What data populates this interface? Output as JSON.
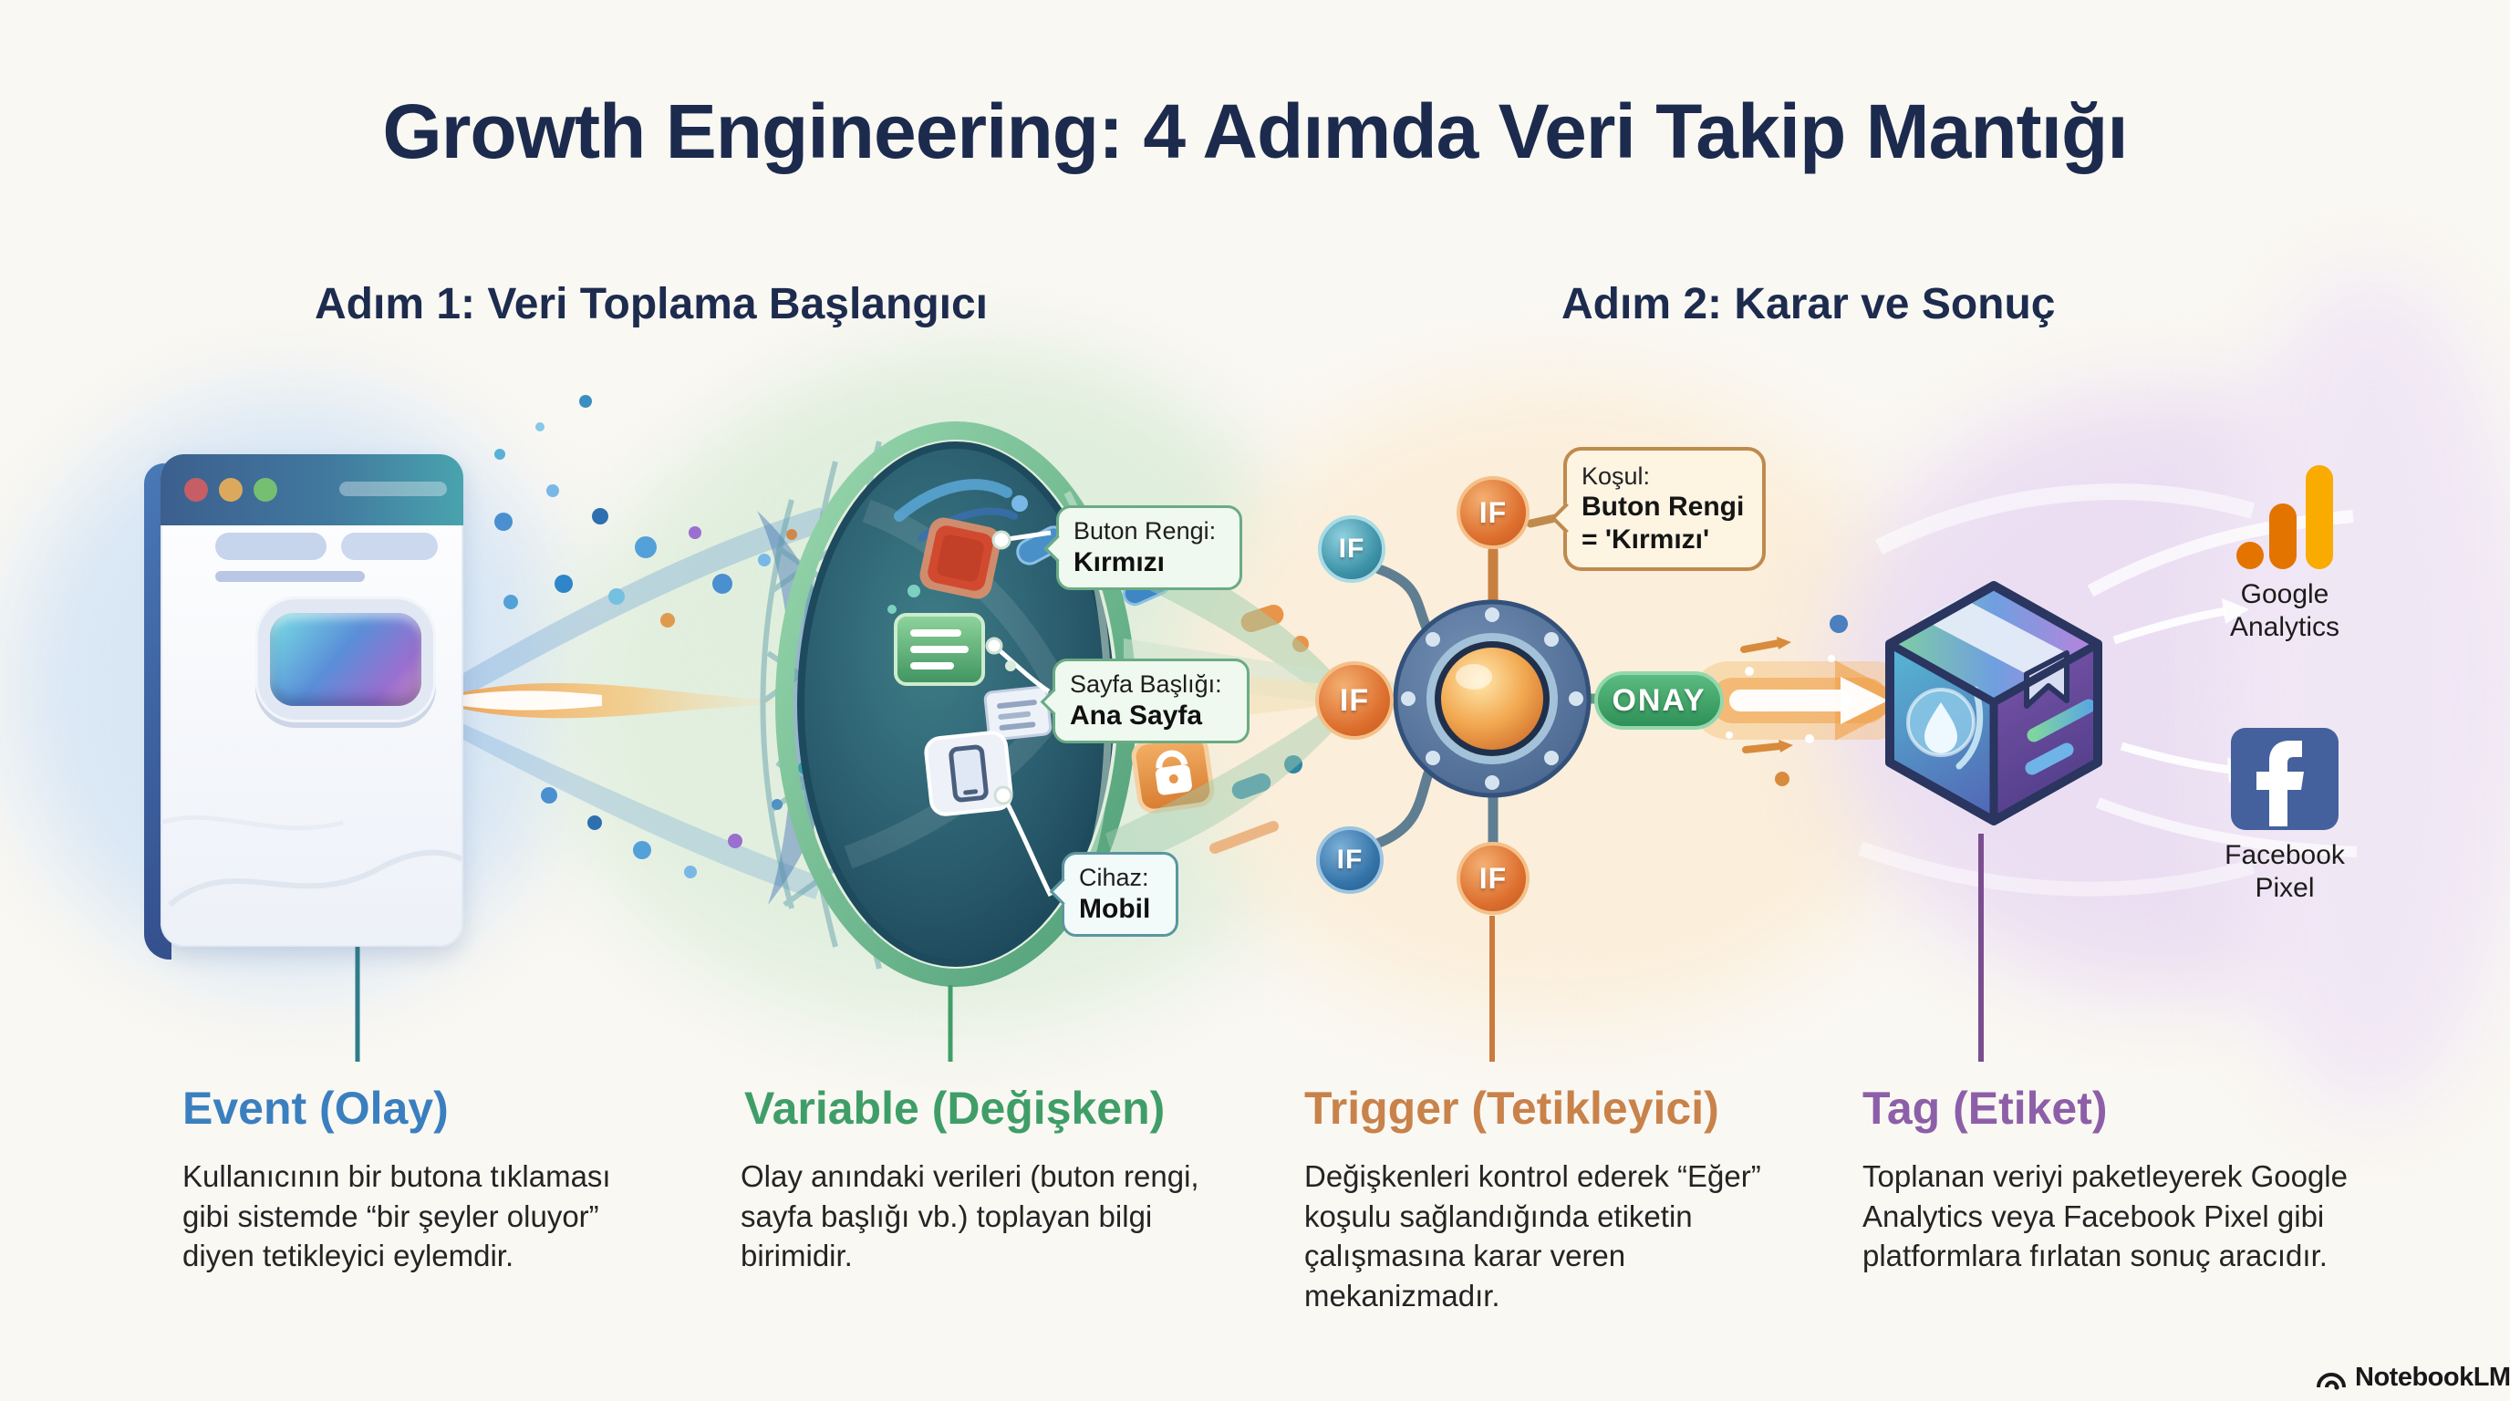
{
  "title": "Growth Engineering: 4 Adımda Veri Takip Mantığı",
  "watermark": "NotebookLM",
  "sections": {
    "step1": "Adım 1: Veri Toplama Başlangıcı",
    "step2": "Adım 2: Karar ve Sonuç"
  },
  "funnel_callouts": [
    {
      "label": "Buton Rengi:",
      "value": "Kırmızı"
    },
    {
      "label": "Sayfa Başlığı:",
      "value": "Ana Sayfa"
    },
    {
      "label": "Cihaz:",
      "value": "Mobil"
    }
  ],
  "trigger": {
    "if_label": "IF",
    "condition": {
      "label": "Koşul:",
      "line1": "Buton Rengi",
      "line2": "= 'Kırmızı'"
    },
    "approve_label": "ONAY"
  },
  "platforms": [
    {
      "name": "Google Analytics",
      "icon": "google-analytics-bars"
    },
    {
      "name": "Facebook Pixel",
      "icon": "facebook-f-square"
    }
  ],
  "columns": [
    {
      "heading": "Event (Olay)",
      "accent": "#3a7fbf",
      "description": "Kullanıcının bir butona tıklaması gibi sistemde “bir şeyler oluyor” diyen tetikleyici eylemdir."
    },
    {
      "heading": "Variable (Değişken)",
      "accent": "#3f9e68",
      "description": "Olay anındaki verileri (buton rengi, sayfa başlığı vb.) toplayan bilgi birimidir."
    },
    {
      "heading": "Trigger (Tetikleyici)",
      "accent": "#c8824a",
      "description": "Değişkenleri kontrol ederek “Eğer” koşulu sağlandığında etiketin çalışmasına karar veren mekanizmadır."
    },
    {
      "heading": "Tag (Etiket)",
      "accent": "#8d5fa8",
      "description": "Toplanan veriyi paketleyerek Google Analytics veya Facebook Pixel gibi platformlara fırlatan sonuç aracıdır."
    }
  ],
  "icons": {
    "browser": "browser-window",
    "funnel": "data-lens-funnel",
    "trigger_hub": "machine-hub-ball",
    "tag_box": "package-cube",
    "google_analytics": "orange-bar-chart-logo",
    "facebook_pixel": "blue-f-square-logo",
    "notebooklm": "wave-arc-logo"
  },
  "colors": {
    "background": "#faf8f3",
    "title": "#1c2b4d",
    "event_accent": "#3a7fbf",
    "variable_accent": "#3f9e68",
    "trigger_accent": "#c8824a",
    "tag_accent": "#8d5fa8",
    "onay_green": "#3da56b",
    "if_orange": "#dd6f2e",
    "if_teal": "#3e93a8",
    "if_blue": "#3473a8",
    "ga_amber": "#f9ab00",
    "ga_orange": "#e37400",
    "facebook_blue": "#44619d"
  }
}
